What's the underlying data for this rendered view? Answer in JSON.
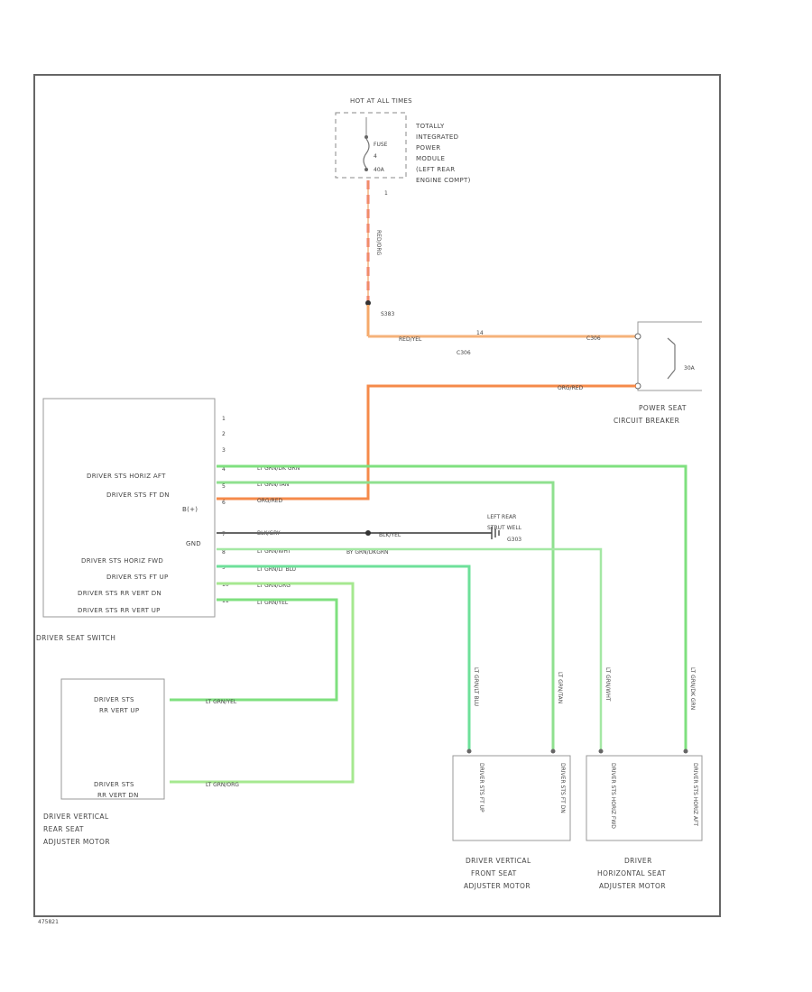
{
  "hot_at": "HOT AT ALL TIMES",
  "tipm": {
    "fuse": "FUSE",
    "fuse_num": "4",
    "fuse_rating": "40A",
    "pin": "1",
    "caption": [
      "TOTALLY",
      "INTEGRATED",
      "POWER",
      "MODULE",
      "(LEFT REAR",
      "ENGINE COMPT)"
    ]
  },
  "splice": {
    "id": "S383",
    "connector": "C306"
  },
  "wires": {
    "tipm_out": "RED/ORG",
    "to_cb": "RED/YEL",
    "pin14": "14",
    "cb_pin": "C306",
    "cb_out": "ORG/RED"
  },
  "circuit_breaker": {
    "rating": "30A",
    "caption": [
      "POWER SEAT",
      "CIRCUIT BREAKER"
    ]
  },
  "switch": {
    "caption": "DRIVER SEAT SWITCH",
    "rows": [
      {
        "pin": "1",
        "label": "",
        "wire": ""
      },
      {
        "pin": "2",
        "label": "",
        "wire": ""
      },
      {
        "pin": "3",
        "label": "",
        "wire": ""
      },
      {
        "pin": "4",
        "label": "DRIVER STS HORIZ AFT",
        "wire": "LT GRN/DK GRN"
      },
      {
        "pin": "5",
        "label": "DRIVER STS FT DN",
        "wire": "LT GRN/TAN"
      },
      {
        "pin": "6",
        "label": "B(+)",
        "wire": "ORG/RED"
      },
      {
        "pin": "7",
        "label": "GND",
        "wire": "BLK/GRY"
      },
      {
        "pin": "8",
        "label": "DRIVER STS HORIZ FWD",
        "wire": "LT GRN/WHT"
      },
      {
        "pin": "9",
        "label": "DRIVER STS FT UP",
        "wire": "LT GRN/LT BLU"
      },
      {
        "pin": "10",
        "label": "DRIVER STS RR VERT DN",
        "wire": "LT GRN/ORG"
      },
      {
        "pin": "11",
        "label": "DRIVER STS RR VERT UP",
        "wire": "LT GRN/YEL"
      }
    ]
  },
  "ground": {
    "label": "BLK/YEL",
    "caption": [
      "LEFT REAR",
      "STRUT WELL",
      "G303"
    ]
  },
  "wire_8_alt": "BY GRN/DKGRN",
  "rear_motor": {
    "up_label": [
      "DRIVER STS",
      "RR VERT UP"
    ],
    "dn_label": [
      "DRIVER STS",
      "RR VERT DN"
    ],
    "up_wire": "LT GRN/YEL",
    "dn_wire": "LT GRN/ORG",
    "caption": [
      "DRIVER VERTICAL",
      "REAR SEAT",
      "ADJUSTER MOTOR"
    ]
  },
  "front_motor": {
    "wires": [
      "LT GRN/LT BLU",
      "LT GRN/TAN"
    ],
    "labels": [
      "DRIVER STS FT UP",
      "DRIVER STS FT DN"
    ],
    "caption": [
      "DRIVER VERTICAL",
      "FRONT SEAT",
      "ADJUSTER MOTOR"
    ]
  },
  "horiz_motor": {
    "wires": [
      "LT GRN/WHT",
      "LT GRN/DK GRN"
    ],
    "labels": [
      "DRIVER STS HORIZ FWD",
      "DRIVER STS HORIZ AFT"
    ],
    "caption": [
      "DRIVER",
      "HORIZONTAL SEAT",
      "ADJUSTER MOTOR"
    ]
  },
  "figure_id": "475821"
}
